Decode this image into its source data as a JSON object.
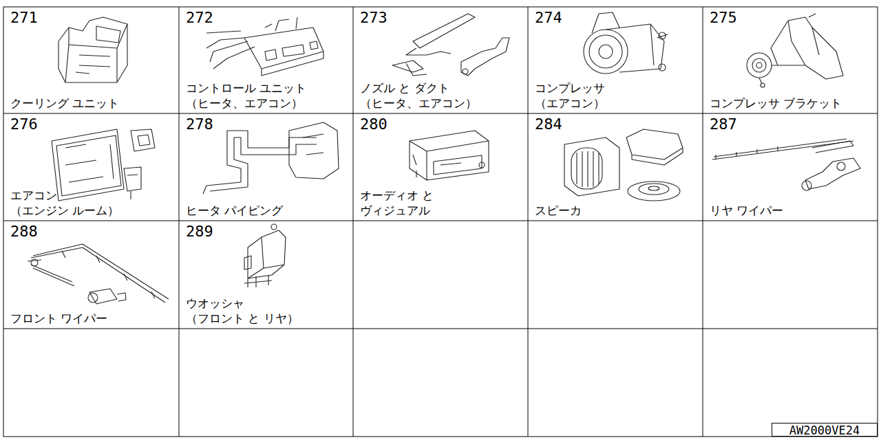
{
  "diagram": {
    "nodes": [
      {
        "text": [
          "271",
          "クーリング ユニット"
        ]
      },
      {
        "text": [
          "272",
          "コントロール ユニット （ヒータ、エアコン）"
        ]
      },
      {
        "text": [
          "273",
          "ノズル と ダクト （ヒータ、エアコン）"
        ]
      },
      {
        "text": [
          "274",
          "コンプレッサ （エアコン）"
        ]
      },
      {
        "text": [
          "275",
          "コンプレッサ ブラケット"
        ]
      },
      {
        "text": [
          "276",
          "エアコン （エンジン ルーム）"
        ]
      },
      {
        "text": [
          "278",
          "ヒータ パイピング"
        ]
      },
      {
        "text": [
          "280",
          "オーディオ と ヴィジュアル"
        ]
      },
      {
        "text": [
          "284",
          "スピーカ"
        ]
      },
      {
        "text": [
          "287",
          "リヤ ワイパー"
        ]
      },
      {
        "text": [
          "288",
          "フロント ワイパー"
        ]
      },
      {
        "text": [
          "289",
          "ウオッシャ （フロント と リヤ）"
        ]
      },
      {
        "text": [
          "AW2000VE24"
        ]
      }
    ]
  }
}
